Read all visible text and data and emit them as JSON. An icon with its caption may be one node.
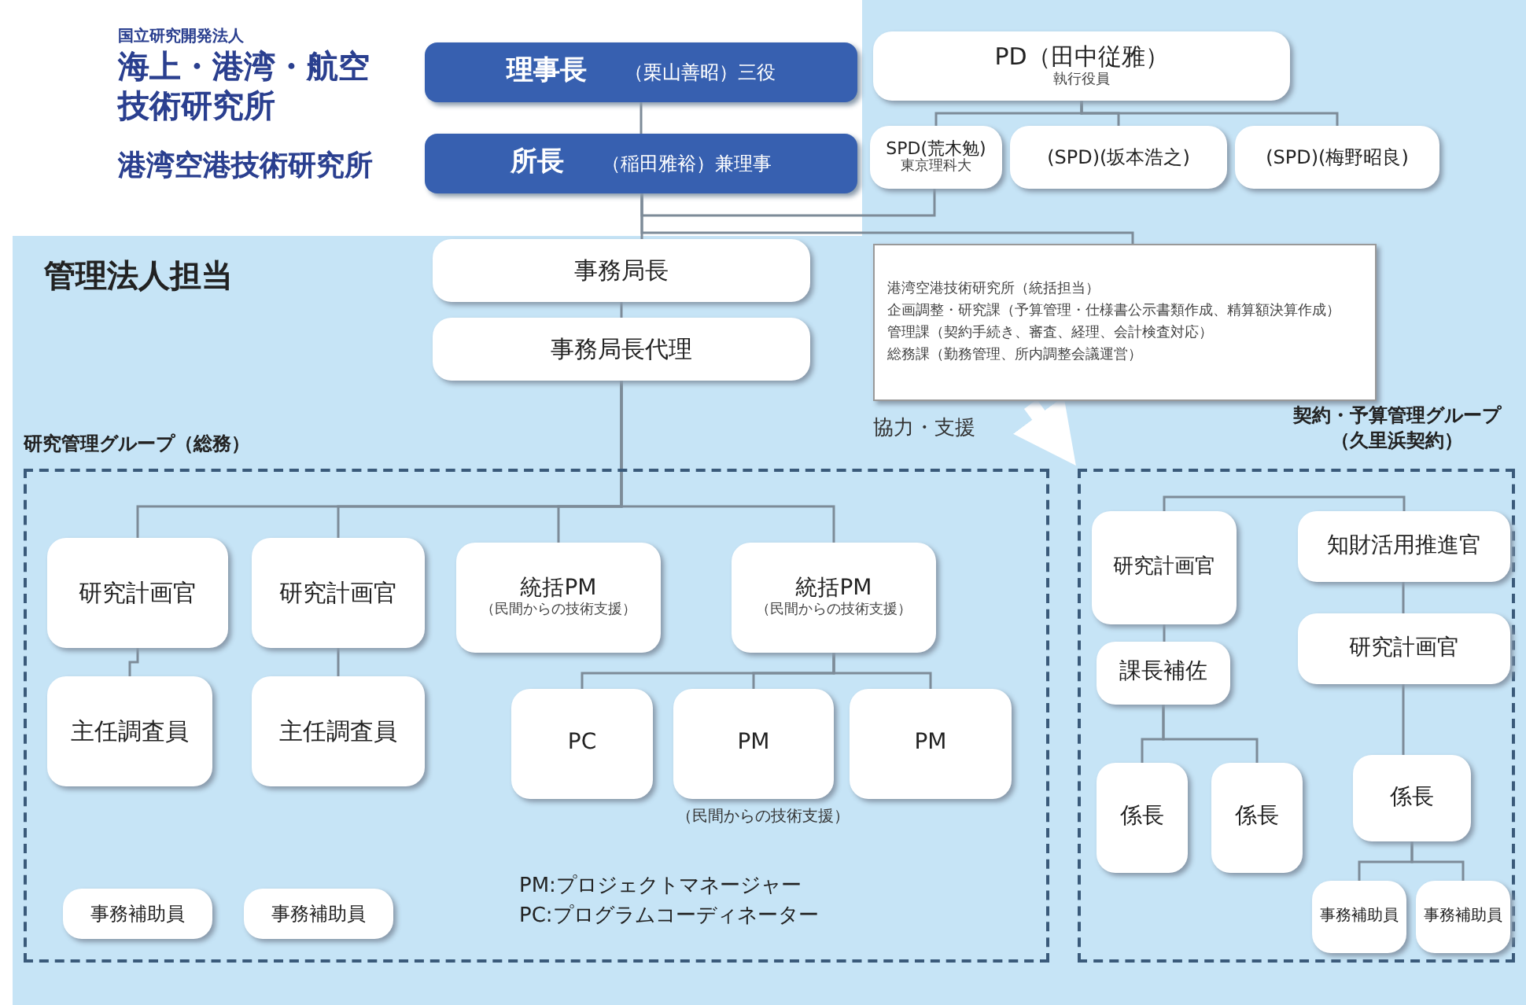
{
  "diagram": {
    "nodes": [
      {
        "text": [
          "理事長",
          "（栗山善昭）三役"
        ]
      },
      {
        "text": [
          "所長",
          "（稲田雅裕）兼理事"
        ]
      },
      {
        "text": [
          "PD（田中従雅）",
          "執行役員"
        ]
      },
      {
        "text": [
          "SPD(荒木勉)",
          "東京理科大"
        ]
      },
      {
        "text": [
          "(SPD)(坂本浩之)"
        ]
      },
      {
        "text": [
          "(SPD)(梅野昭良)"
        ]
      },
      {
        "text": [
          "港湾空港技術研究所（統括担当）",
          "企画調整・研究課（予算管理・仕様書公示書類作成、精算額決算作成）",
          "管理課（契約手続き、審査、経理、会計検査対応）",
          "総務課（勤務管理、所内調整会議運営）"
        ]
      },
      {
        "text": [
          "事務局長"
        ]
      },
      {
        "text": [
          "事務局長代理"
        ]
      },
      {
        "text": [
          "研究管理グループ（総務）"
        ]
      },
      {
        "text": [
          "研究計画官"
        ],
        "in": 9
      },
      {
        "text": [
          "研究計画官"
        ],
        "in": 9
      },
      {
        "text": [
          "統括PM",
          "（民間からの技術支援）"
        ],
        "in": 9
      },
      {
        "text": [
          "統括PM",
          "（民間からの技術支援）"
        ],
        "in": 9
      },
      {
        "text": [
          "主任調査員"
        ],
        "in": 9
      },
      {
        "text": [
          "主任調査員"
        ],
        "in": 9
      },
      {
        "text": [
          "PC"
        ],
        "in": 9
      },
      {
        "text": [
          "PM"
        ],
        "in": 9
      },
      {
        "text": [
          "PM"
        ],
        "in": 9
      },
      {
        "text": [
          "事務補助員"
        ],
        "in": 9
      },
      {
        "text": [
          "事務補助員"
        ],
        "in": 9
      },
      {
        "text": [
          "契約・予算管理グループ（久里浜契約）"
        ]
      },
      {
        "text": [
          "研究計画官"
        ],
        "in": 21
      },
      {
        "text": [
          "知財活用推進官"
        ],
        "in": 21
      },
      {
        "text": [
          "課長補佐"
        ],
        "in": 21
      },
      {
        "text": [
          "研究計画官"
        ],
        "in": 21
      },
      {
        "text": [
          "係長"
        ],
        "in": 21
      },
      {
        "text": [
          "係長"
        ],
        "in": 21
      },
      {
        "text": [
          "係長"
        ],
        "in": 21
      },
      {
        "text": [
          "事務補助員"
        ],
        "in": 21
      },
      {
        "text": [
          "事務補助員"
        ],
        "in": 21
      }
    ],
    "edges": [
      {
        "from": 0,
        "to": 1,
        "arrow": "none"
      },
      {
        "from": 2,
        "to": 3,
        "arrow": "none"
      },
      {
        "from": 2,
        "to": 4,
        "arrow": "none"
      },
      {
        "from": 2,
        "to": 5,
        "arrow": "none"
      },
      {
        "from": 1,
        "to": 3,
        "arrow": "none"
      },
      {
        "from": 1,
        "to": 6,
        "arrow": "none"
      },
      {
        "from": 1,
        "to": 7,
        "arrow": "none"
      },
      {
        "from": 7,
        "to": 8,
        "arrow": "none"
      },
      {
        "from": 8,
        "to": 10,
        "arrow": "none"
      },
      {
        "from": 8,
        "to": 11,
        "arrow": "none"
      },
      {
        "from": 8,
        "to": 12,
        "arrow": "none"
      },
      {
        "from": 8,
        "to": 13,
        "arrow": "none"
      },
      {
        "from": 10,
        "to": 14,
        "arrow": "none"
      },
      {
        "from": 11,
        "to": 15,
        "arrow": "none"
      },
      {
        "from": 13,
        "to": 16,
        "arrow": "none"
      },
      {
        "from": 13,
        "to": 17,
        "arrow": "none"
      },
      {
        "from": 13,
        "to": 18,
        "arrow": "none"
      },
      {
        "from": 22,
        "to": 23,
        "arrow": "none"
      },
      {
        "from": 22,
        "to": 24,
        "arrow": "none"
      },
      {
        "from": 24,
        "to": 26,
        "arrow": "none"
      },
      {
        "from": 24,
        "to": 27,
        "arrow": "none"
      },
      {
        "from": 23,
        "to": 25,
        "arrow": "none"
      },
      {
        "from": 25,
        "to": 28,
        "arrow": "none"
      },
      {
        "from": 28,
        "to": 29,
        "arrow": "none"
      },
      {
        "from": 28,
        "to": 30,
        "arrow": "none"
      },
      {
        "from": 6,
        "to": 21,
        "arrow": "to",
        "label": "協力・支援",
        "style": "thick",
        "color": "#ffffff"
      }
    ],
    "labels": [
      "国立研究開発法人",
      "海上・港湾・航空技術研究所",
      "港湾空港技術研究所",
      "管理法人担当",
      "（民間からの技術支援）",
      "PM:プロジェクトマネージャー",
      "PC:プログラムコーディネーター"
    ]
  }
}
